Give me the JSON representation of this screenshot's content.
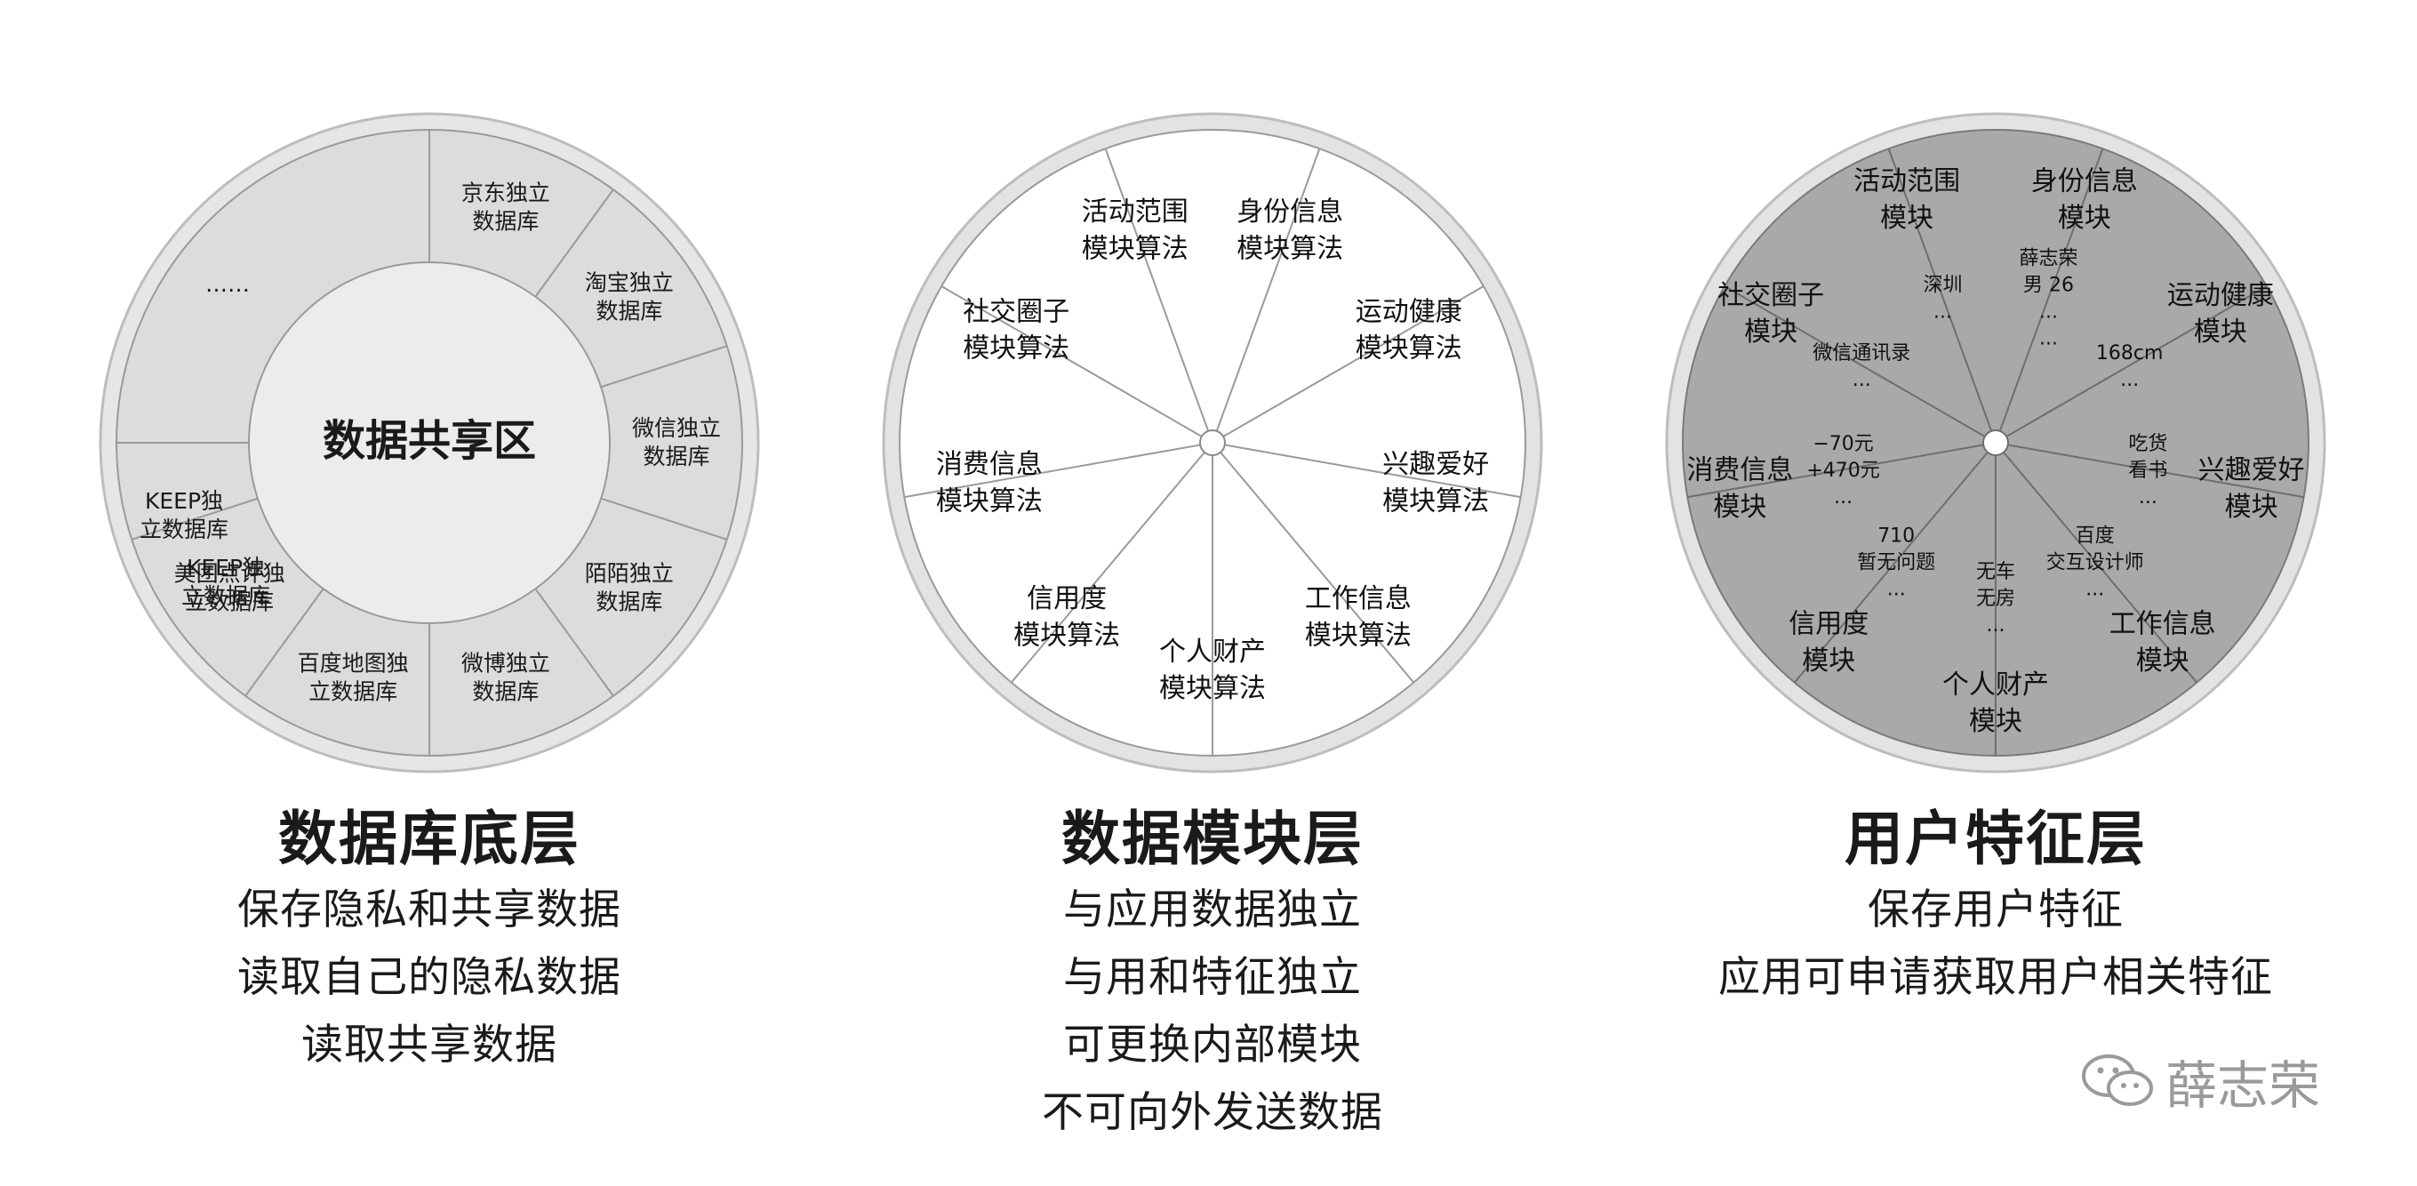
{
  "panels": [
    {
      "id": "database",
      "center_label": "数据共享区",
      "segments": [
        {
          "lines": [
            "……"
          ]
        },
        {
          "lines": [
            "京东独立",
            "数据库"
          ]
        },
        {
          "lines": [
            "淘宝独立",
            "数据库"
          ]
        },
        {
          "lines": [
            "微信独立",
            "数据库"
          ]
        },
        {
          "lines": [
            "陌陌独立",
            "数据库"
          ]
        },
        {
          "lines": [
            "微博独立",
            "数据库"
          ]
        },
        {
          "lines": [
            "百度地图独",
            "立数据库"
          ]
        },
        {
          "lines": [
            "美团点评独",
            "立数据库"
          ]
        },
        {
          "lines": [
            "KEEP独",
            "立数据库"
          ]
        },
        {
          "lines": [
            "KEEP独",
            "立数据库"
          ]
        }
      ],
      "caption": {
        "title": "数据库底层",
        "lines": [
          "保存隐私和共享数据",
          "读取自己的隐私数据",
          "读取共享数据"
        ]
      }
    },
    {
      "id": "module",
      "segments": [
        {
          "lines": [
            "身份信息",
            "模块算法"
          ]
        },
        {
          "lines": [
            "运动健康",
            "模块算法"
          ]
        },
        {
          "lines": [
            "兴趣爱好",
            "模块算法"
          ]
        },
        {
          "lines": [
            "工作信息",
            "模块算法"
          ]
        },
        {
          "lines": [
            "个人财产",
            "模块算法"
          ]
        },
        {
          "lines": [
            "信用度",
            "模块算法"
          ]
        },
        {
          "lines": [
            "消费信息",
            "模块算法"
          ]
        },
        {
          "lines": [
            "社交圈子",
            "模块算法"
          ]
        },
        {
          "lines": [
            "活动范围",
            "模块算法"
          ]
        }
      ],
      "caption": {
        "title": "数据模块层",
        "lines": [
          "与应用数据独立",
          "与用和特征独立",
          "可更换内部模块",
          "不可向外发送数据"
        ]
      }
    },
    {
      "id": "feature",
      "segments": [
        {
          "lines": [
            "身份信息",
            "模块"
          ],
          "values": [
            "薛志荣",
            "男  26",
            "...",
            "..."
          ]
        },
        {
          "lines": [
            "运动健康",
            "模块"
          ],
          "values": [
            "168cm",
            "..."
          ]
        },
        {
          "lines": [
            "兴趣爱好",
            "模块"
          ],
          "values": [
            "吃货",
            "看书",
            "..."
          ]
        },
        {
          "lines": [
            "工作信息",
            "模块"
          ],
          "values": [
            "百度",
            "交互设计师",
            "..."
          ]
        },
        {
          "lines": [
            "个人财产",
            "模块"
          ],
          "values": [
            "无车",
            "无房",
            "..."
          ]
        },
        {
          "lines": [
            "信用度",
            "模块"
          ],
          "values": [
            "710",
            "暂无问题",
            "..."
          ]
        },
        {
          "lines": [
            "消费信息",
            "模块"
          ],
          "values": [
            "−70元",
            "+470元",
            "..."
          ]
        },
        {
          "lines": [
            "社交圈子",
            "模块"
          ],
          "values": [
            "微信通讯录",
            "..."
          ]
        },
        {
          "lines": [
            "活动范围",
            "模块"
          ],
          "values": [
            "深圳",
            "..."
          ]
        }
      ],
      "caption": {
        "title": "用户特征层",
        "lines": [
          "保存用户特征",
          "应用可申请获取用户相关特征"
        ]
      }
    }
  ],
  "watermark": {
    "text": "薛志荣",
    "icon": "wechat-icon"
  },
  "colors": {
    "ring": "#c8c8c8",
    "db_fill": "#dedede",
    "db_center": "#ececec",
    "feature_fill": "#a6a6a6",
    "line": "#8a8a8a"
  }
}
